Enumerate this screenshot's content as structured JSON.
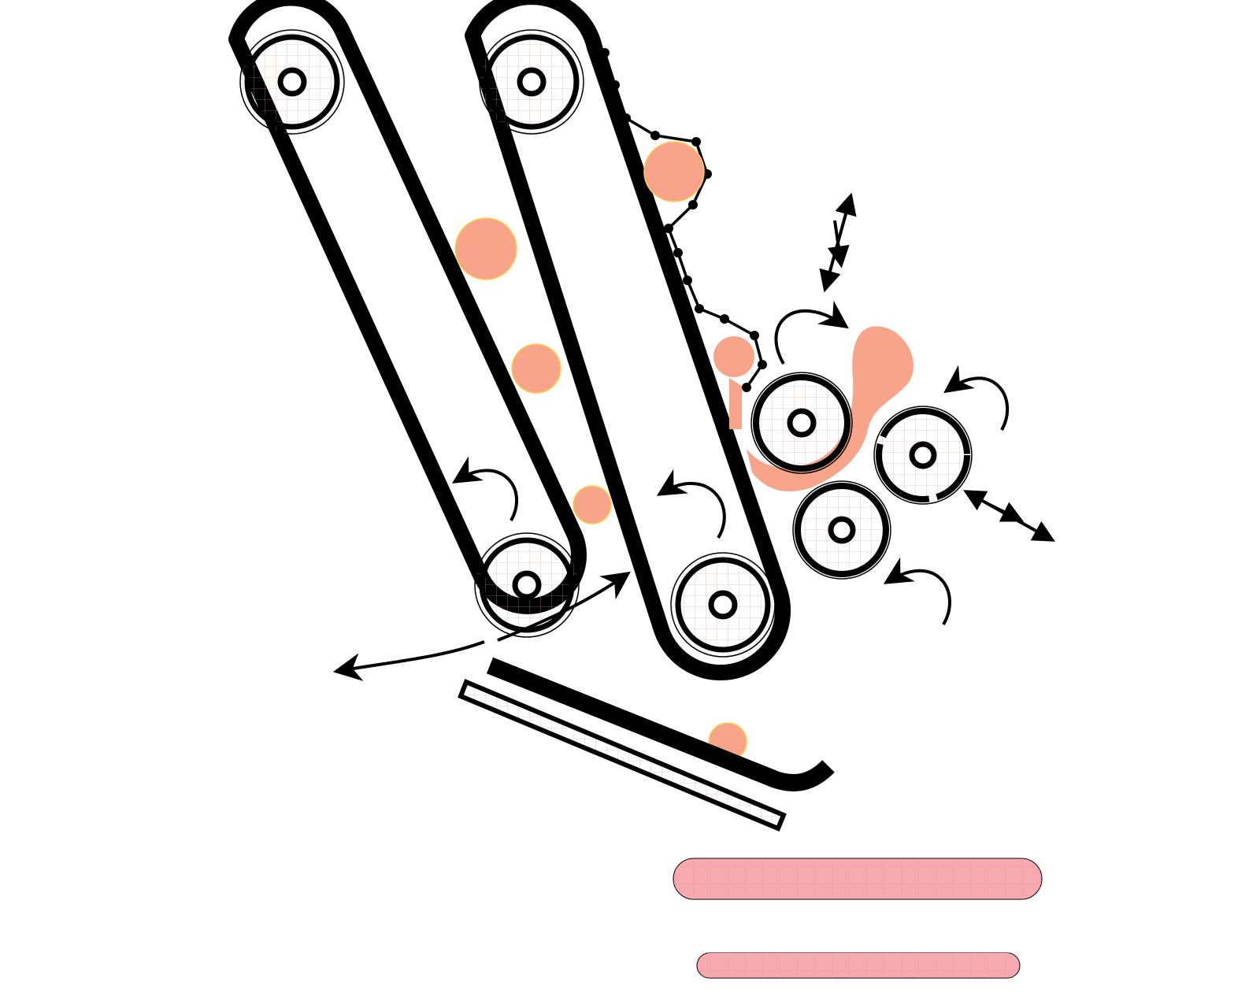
{
  "diagram": {
    "type": "mechanical-schematic",
    "labels": [],
    "colors": {
      "line": "#000000",
      "background": "#ffffff",
      "particle": "#f7a48a",
      "particle_outline": "#ffd04a",
      "ribbon": "#f7a48a",
      "strip": "#f6aab0",
      "strip_grid": "#e89aa2",
      "fine_grid": "#d9a0a0"
    },
    "components": {
      "belt_conveyors": 2,
      "rollers": 3,
      "slide_chute": 1,
      "output_strips": 2,
      "particles": 6,
      "chain": 1,
      "rotation_arrows": 5,
      "double_arrows": 2,
      "direction_arrows": 2
    },
    "icons": [
      "roller-icon",
      "rotation-arrow-icon",
      "double-arrow-icon",
      "direction-arrow-icon"
    ]
  }
}
